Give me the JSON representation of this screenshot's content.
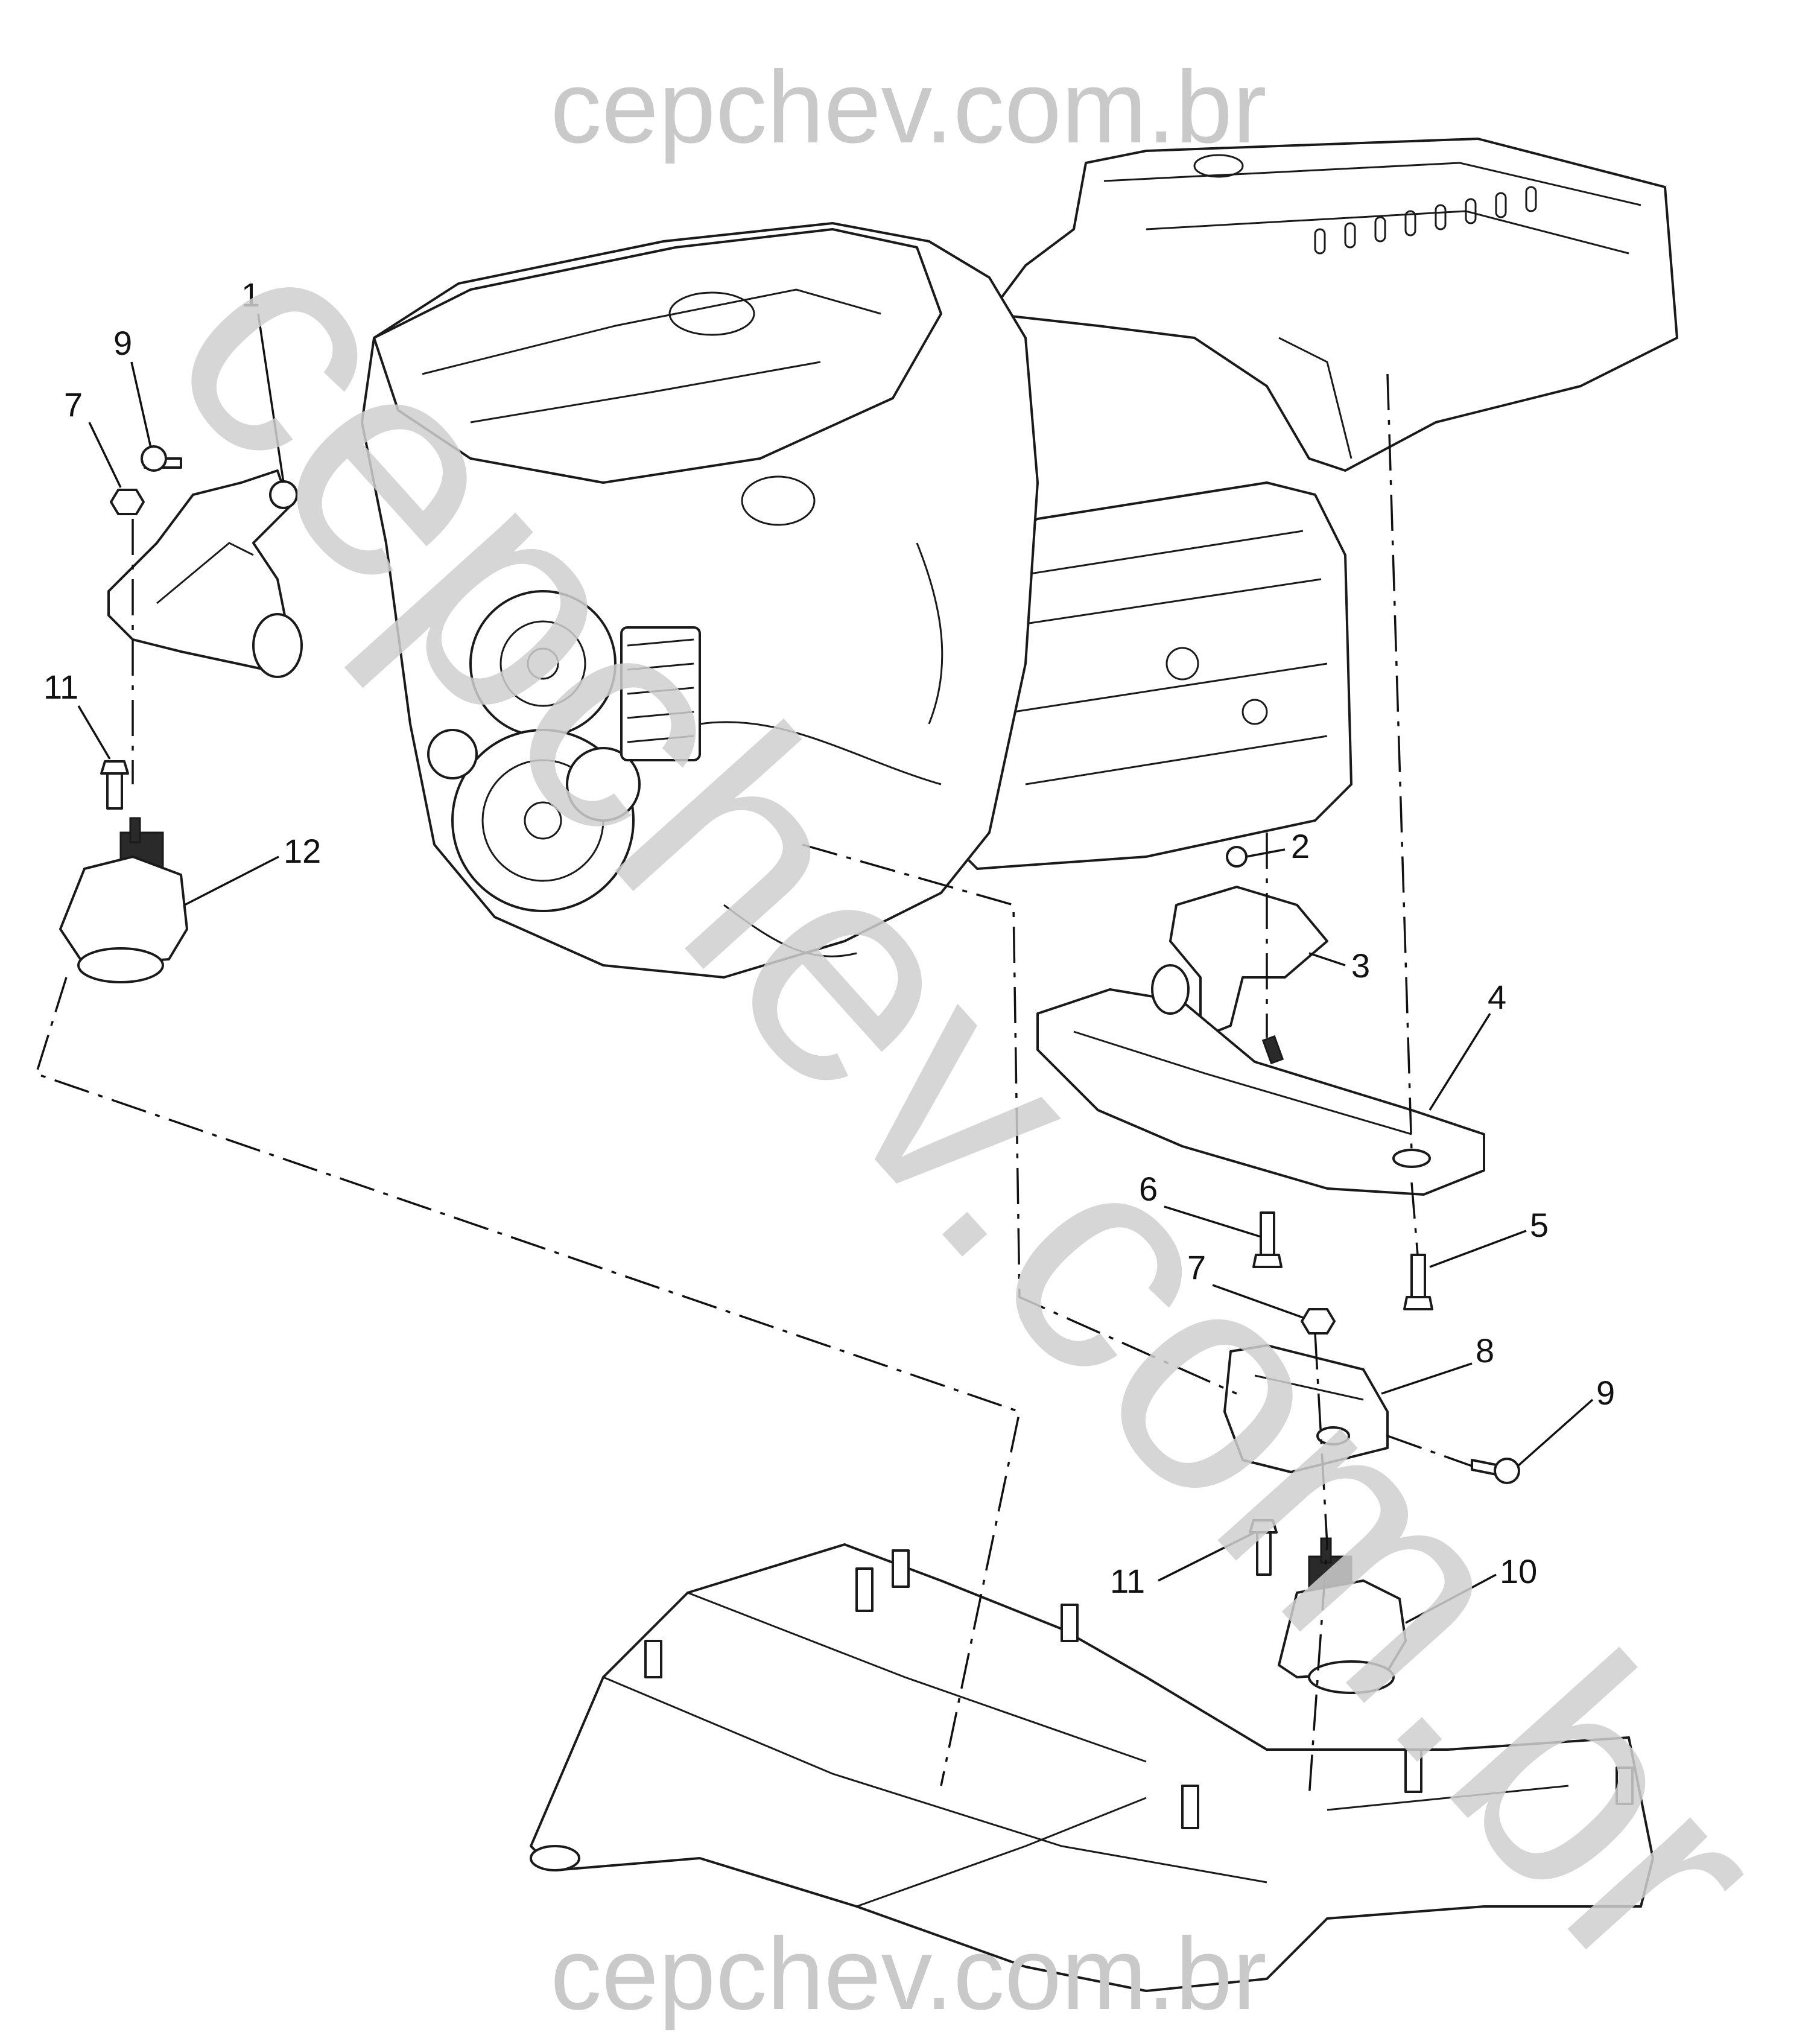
{
  "watermark": {
    "top": "cepchev.com.br",
    "bottom": "cepchev.com.br",
    "diagonal": "cepchev.com.br"
  },
  "callouts": [
    {
      "id": "1",
      "label": "1"
    },
    {
      "id": "9a",
      "label": "9"
    },
    {
      "id": "7a",
      "label": "7"
    },
    {
      "id": "11a",
      "label": "11"
    },
    {
      "id": "12",
      "label": "12"
    },
    {
      "id": "2",
      "label": "2"
    },
    {
      "id": "3",
      "label": "3"
    },
    {
      "id": "4",
      "label": "4"
    },
    {
      "id": "6",
      "label": "6"
    },
    {
      "id": "5",
      "label": "5"
    },
    {
      "id": "7b",
      "label": "7"
    },
    {
      "id": "8",
      "label": "8"
    },
    {
      "id": "9b",
      "label": "9"
    },
    {
      "id": "11b",
      "label": "11"
    },
    {
      "id": "10",
      "label": "10"
    }
  ],
  "parts": {
    "engine": "engine-assembly",
    "transmission": "transmission-assembly",
    "crossmember": "transmission-support-crossmember",
    "cradle": "front-subframe-cradle",
    "heat_shield": "underbody-tunnel-heat-shield"
  }
}
